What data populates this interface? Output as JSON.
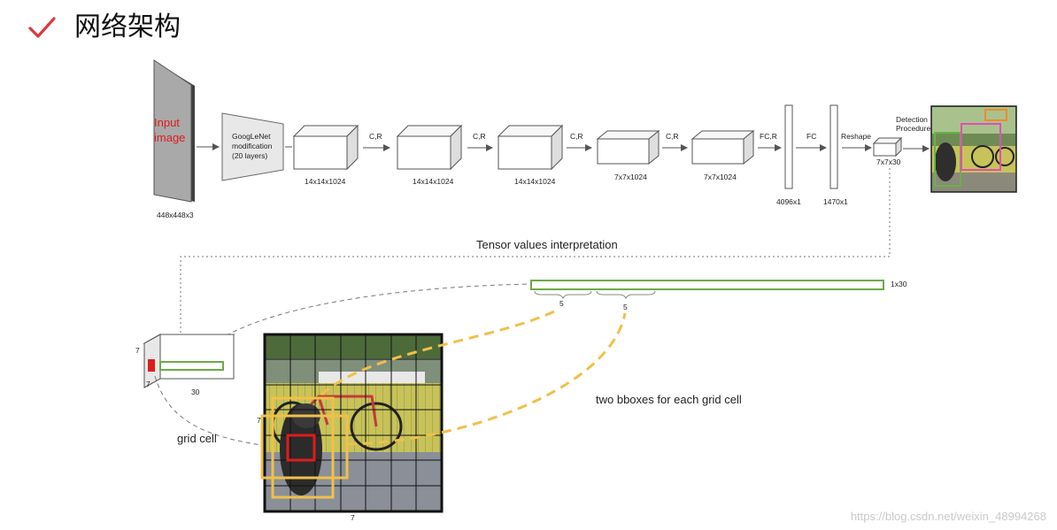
{
  "header": {
    "title": "网络架构",
    "check_color": "#d9393f"
  },
  "pipeline": {
    "input_label_line1": "Input",
    "input_label_line2": "image",
    "input_dim": "448x448x3",
    "googlenet_line1": "GoogLeNet",
    "googlenet_line2": "modification",
    "googlenet_line3": "(20 layers)",
    "blocks": [
      {
        "dim": "14x14x1024",
        "op": "C,R"
      },
      {
        "dim": "14x14x1024",
        "op": "C,R"
      },
      {
        "dim": "14x14x1024",
        "op": "C,R"
      },
      {
        "dim": "7x7x1024",
        "op": "C,R"
      },
      {
        "dim": "7x7x1024",
        "op": "FC,R"
      }
    ],
    "fc1_dim": "4096x1",
    "fc_label": "FC",
    "fc2_dim": "1470x1",
    "reshape_label": "Reshape",
    "tensor_dim": "7x7x30",
    "detection_line1": "Detection",
    "detection_line2": "Procedure"
  },
  "interpretation": {
    "title": "Tensor values interpretation",
    "vector_label": "1x30",
    "seg1": "5",
    "seg2": "5",
    "cube_h": "7",
    "cube_w": "7",
    "cube_depth": "30",
    "grid_side": "7",
    "grid_bottom": "7",
    "grid_cell_label": "grid cell",
    "bbox_label": "two bboxes for each grid cell"
  },
  "colors": {
    "red": "#e01b1b",
    "green": "#6aab45",
    "yellow": "#f1c04a",
    "gray": "#666666"
  },
  "watermark": "https://blog.csdn.net/weixin_48994268"
}
